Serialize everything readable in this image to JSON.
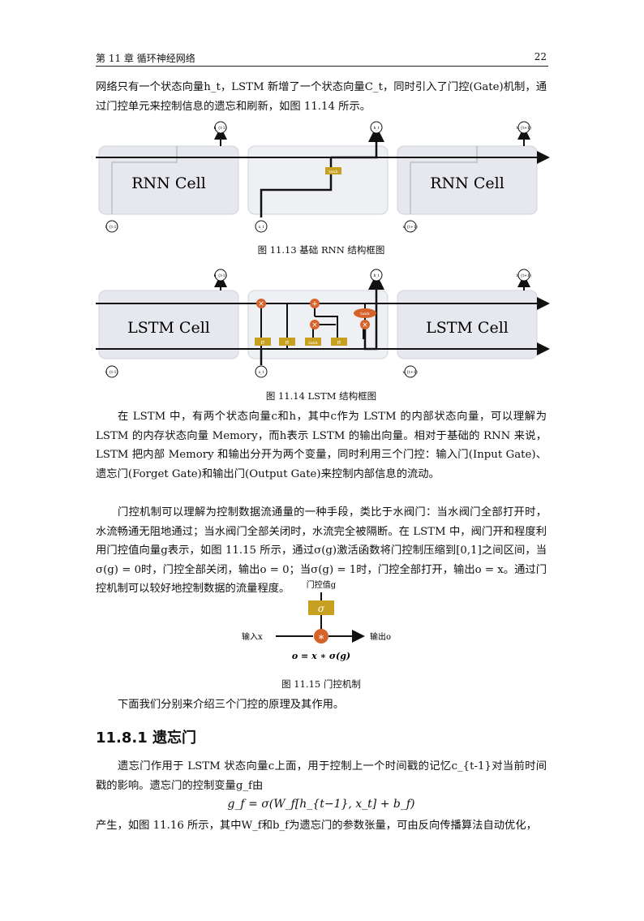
{
  "header": {
    "chapter": "第 11 章  循环神经网络",
    "page_number": "22"
  },
  "paragraphs": {
    "p1": "网络只有一个状态向量h_t，LSTM 新增了一个状态向量C_t，同时引入了门控(Gate)机制，通过门控单元来控制信息的遗忘和刷新，如图 11.14 所示。",
    "p2": "在 LSTM 中，有两个状态向量c和h，其中c作为 LSTM 的内部状态向量，可以理解为 LSTM 的内存状态向量 Memory，而h表示 LSTM 的输出向量。相对于基础的 RNN 来说，LSTM 把内部 Memory 和输出分开为两个变量，同时利用三个门控：输入门(Input Gate)、遗忘门(Forget Gate)和输出门(Output Gate)来控制内部信息的流动。",
    "p3": "门控机制可以理解为控制数据流通量的一种手段，类比于水阀门：当水阀门全部打开时，水流畅通无阻地通过；当水阀门全部关闭时，水流完全被隔断。在 LSTM 中，阀门开和程度利用门控值向量g表示，如图 11.15 所示，通过σ(g)激活函数将门控制压缩到[0,1]之间区间，当σ(g) = 0时，门控全部关闭，输出o = 0；当σ(g) = 1时，门控全部打开，输出o = x。通过门控机制可以较好地控制数据的流量程度。",
    "p4": "下面我们分别来介绍三个门控的原理及其作用。",
    "p5": "遗忘门作用于 LSTM 状态向量c上面，用于控制上一个时间戳的记忆c_{t-1}对当前时间戳的影响。遗忘门的控制变量g_f由",
    "p6": "产生，如图 11.16 所示，其中W_f和b_f为遗忘门的参数张量，可由反向传播算法自动优化，"
  },
  "figures": {
    "fig13": {
      "caption": "图 11.13  基础 RNN 结构框图",
      "cell_left": "RNN Cell",
      "cell_right": "RNN Cell",
      "tanh": "tanh",
      "h_prev": "h_{t-1}",
      "h_cur": "h_t",
      "h_next": "h_{t+1}",
      "x_prev": "x_{t-1}",
      "x_cur": "x_t",
      "x_next": "x_{t+1}"
    },
    "fig14": {
      "caption": "图 11.14 LSTM 结构框图",
      "cell_left": "LSTM Cell",
      "cell_right": "LSTM Cell",
      "sigma": "σ",
      "tanh": "tanh",
      "mult": "×",
      "plus": "+",
      "h_prev": "h_{t-1}",
      "h_cur": "h_t",
      "h_next": "h_{t+1}",
      "x_prev": "x_{t-1}",
      "x_cur": "x_t",
      "x_next": "x_{t+1}"
    },
    "fig15": {
      "caption": "图 11.15  门控机制",
      "gate_label": "门控值g",
      "sigma": "σ",
      "input_label": "输入x",
      "output_label": "输出o",
      "formula": "o = x ∗ σ(g)",
      "mult": "∗"
    }
  },
  "section": {
    "title": "11.8.1 遗忘门"
  },
  "equation": "g_f = σ(W_f[h_{t−1}, x_t] + b_f)",
  "colors": {
    "gate": "#c8a020",
    "op": "#d4622a",
    "cell_bg": "#e6e8ee"
  }
}
